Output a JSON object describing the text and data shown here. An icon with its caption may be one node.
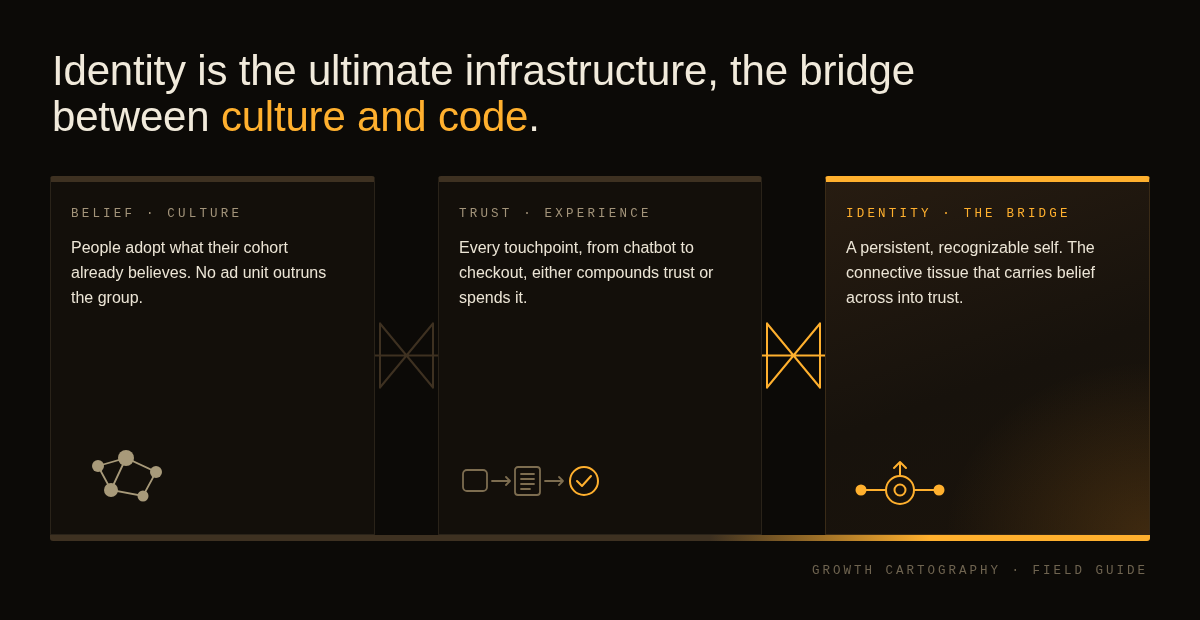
{
  "diagram": {
    "title": "Identity is the ultimate infrastructure, the bridge between *culture and code*.",
    "nodes": [
      {
        "text": [
          "BELIEF · CULTURE",
          "People adopt what their cohort already believes. No ad unit outruns the group."
        ]
      },
      {
        "text": [
          "TRUST · EXPERIENCE",
          "Every touchpoint, from chatbot to checkout, either compounds trust or spends it."
        ]
      },
      {
        "text": [
          "IDENTITY · THE BRIDGE",
          "A persistent, recognizable self. The connective tissue that carries belief across into trust."
        ]
      }
    ],
    "edges": [
      {
        "from": 0,
        "to": 1,
        "arrow": "other"
      },
      {
        "from": 1,
        "to": 2,
        "arrow": "other",
        "color": "#ffb02e"
      }
    ],
    "labels": [
      "GROWTH CARTOGRAPHY · FIELD GUIDE"
    ]
  }
}
